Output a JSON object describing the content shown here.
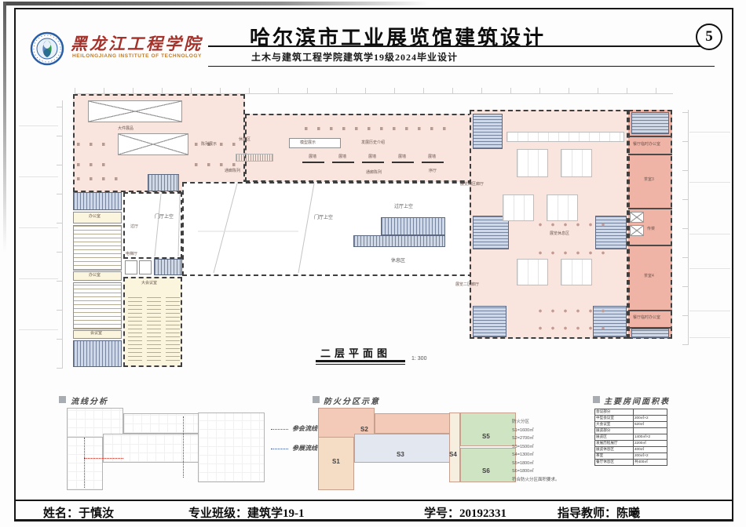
{
  "header": {
    "title": "哈尔滨市工业展览馆建筑设计",
    "subtitle": "土木与建筑工程学院建筑学19级2024毕业设计",
    "sheet_no": "5"
  },
  "logo": {
    "cn": "黑龙江工程学院",
    "en": "HEILONGJIANG INSTITUTE OF TECHNOLOGY"
  },
  "plan": {
    "caption": "二层平面图",
    "scale": "1: 300",
    "labels": {
      "large_exhibits": "大件展品",
      "display_show": "陈列展示",
      "rest_nook": "休憩区",
      "corridor_display_a": "通廊陈列",
      "model_display": "模型展示",
      "history_intro": "发展历史介绍",
      "wall": "展墙",
      "corridor_display_b": "通廊陈列",
      "prologue_hall": "序厅",
      "gallery_corridor_a": "展览四区廊厅",
      "lobby_void_a": "门厅上空",
      "vestibule": "过厅",
      "lobby_void_b": "门厅上空",
      "passage_void": "过厅上空",
      "rest_area": "休息区",
      "gallery_corridor_b": "展览二区廊厅",
      "office_a": "办公室",
      "office_b": "办公室",
      "elevator_hall": "电梯厅",
      "large_meeting": "大会议室",
      "meeting": "会议室",
      "exhibition_rest": "展览休息区",
      "dining_office_a": "餐厅临时办公室",
      "tea_room_3": "茶室3",
      "food_pass": "传菜",
      "tea_room_4": "茶室4",
      "dining_office_b": "餐厅临时办公室"
    }
  },
  "analysis": {
    "circulation_title": "流线分析",
    "legend": [
      {
        "label": "参会流线",
        "color": "#c03026"
      },
      {
        "label": "参展流线",
        "color": "#3a4fa0"
      }
    ],
    "fire_title": "防火分区示意",
    "zone_labels": [
      "S1",
      "S2",
      "S3",
      "S4",
      "S5",
      "S6"
    ],
    "zone_colors": {
      "s1": "#f5ddc5",
      "s2": "#f3c9b8",
      "s3": "#e2e7f0",
      "s4": "#f6efdf",
      "s5": "#cfe4c2",
      "s6": "#cfe4c2"
    },
    "fire_notes": [
      "防火分区",
      "S1=1600㎡",
      "S2=2700㎡",
      "S3=1500㎡",
      "S4=1300㎡",
      "S5=1800㎡",
      "S6=1800㎡",
      "符合防火分区面积要求。"
    ]
  },
  "area_table": {
    "title": "主要房间面积表",
    "rows": [
      [
        "会议部分",
        ""
      ],
      [
        "中型会议室",
        "200㎡×2"
      ],
      [
        "大会议室",
        "520㎡"
      ],
      [
        "展览部分",
        ""
      ],
      [
        "展览区",
        "1400㎡×2"
      ],
      [
        "发展历程展厅",
        "2200㎡"
      ],
      [
        "展览休息区",
        "400㎡"
      ],
      [
        "茶室",
        "200㎡×2"
      ],
      [
        "餐厅休息区",
        "共400㎡"
      ]
    ]
  },
  "footer": {
    "name_label": "姓名：",
    "name": "于慎汝",
    "class_label": "专业班级：",
    "class_value": "建筑学19-1",
    "id_label": "学号：",
    "id_value": "20192331",
    "advisor_label": "指导教师：",
    "advisor": "陈曦"
  }
}
